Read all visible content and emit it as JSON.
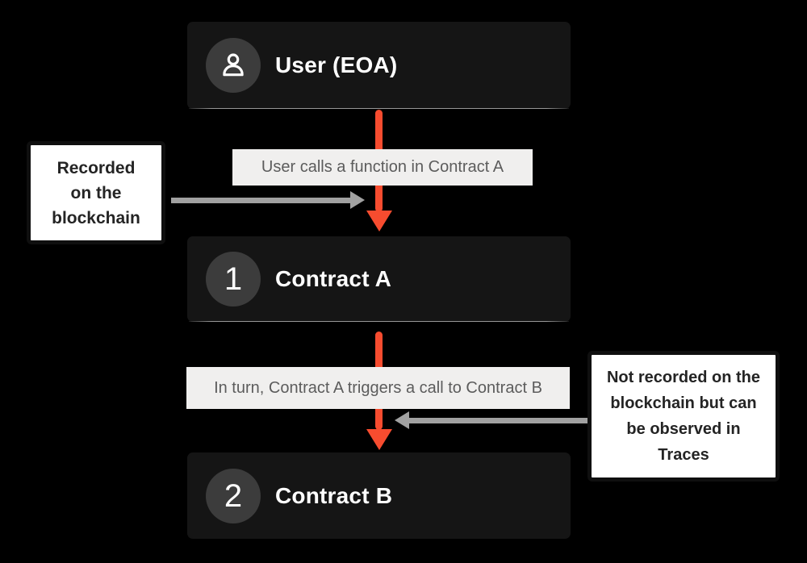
{
  "colors": {
    "background": "#000000",
    "node_bg": "#151515",
    "badge_bg": "#3c3c3c",
    "node_text": "#ffffff",
    "accent_orange": "#f74c2f",
    "arrow_gray": "#a1a1a1",
    "label_bg": "#f0efee",
    "label_text": "#5c5c5c",
    "annotation_bg": "#ffffff",
    "annotation_border": "#0f0f0f",
    "annotation_text": "#242424"
  },
  "nodes": [
    {
      "title": "User (EOA)",
      "badge": "user-icon"
    },
    {
      "title": "Contract A",
      "badge": "1"
    },
    {
      "title": "Contract B",
      "badge": "2"
    }
  ],
  "edges": [
    {
      "label": "User calls a function in Contract A"
    },
    {
      "label": "In turn, Contract A triggers a call to Contract B"
    }
  ],
  "annotations": [
    {
      "side": "left",
      "text": "Recorded on the blockchain",
      "lines": [
        "Recorded",
        "on the",
        "blockchain"
      ]
    },
    {
      "side": "right",
      "text": "Not recorded on the blockchain but can be observed in Traces",
      "lines": [
        "Not recorded on the",
        "blockchain but can",
        "be observed in",
        "Traces"
      ]
    }
  ]
}
